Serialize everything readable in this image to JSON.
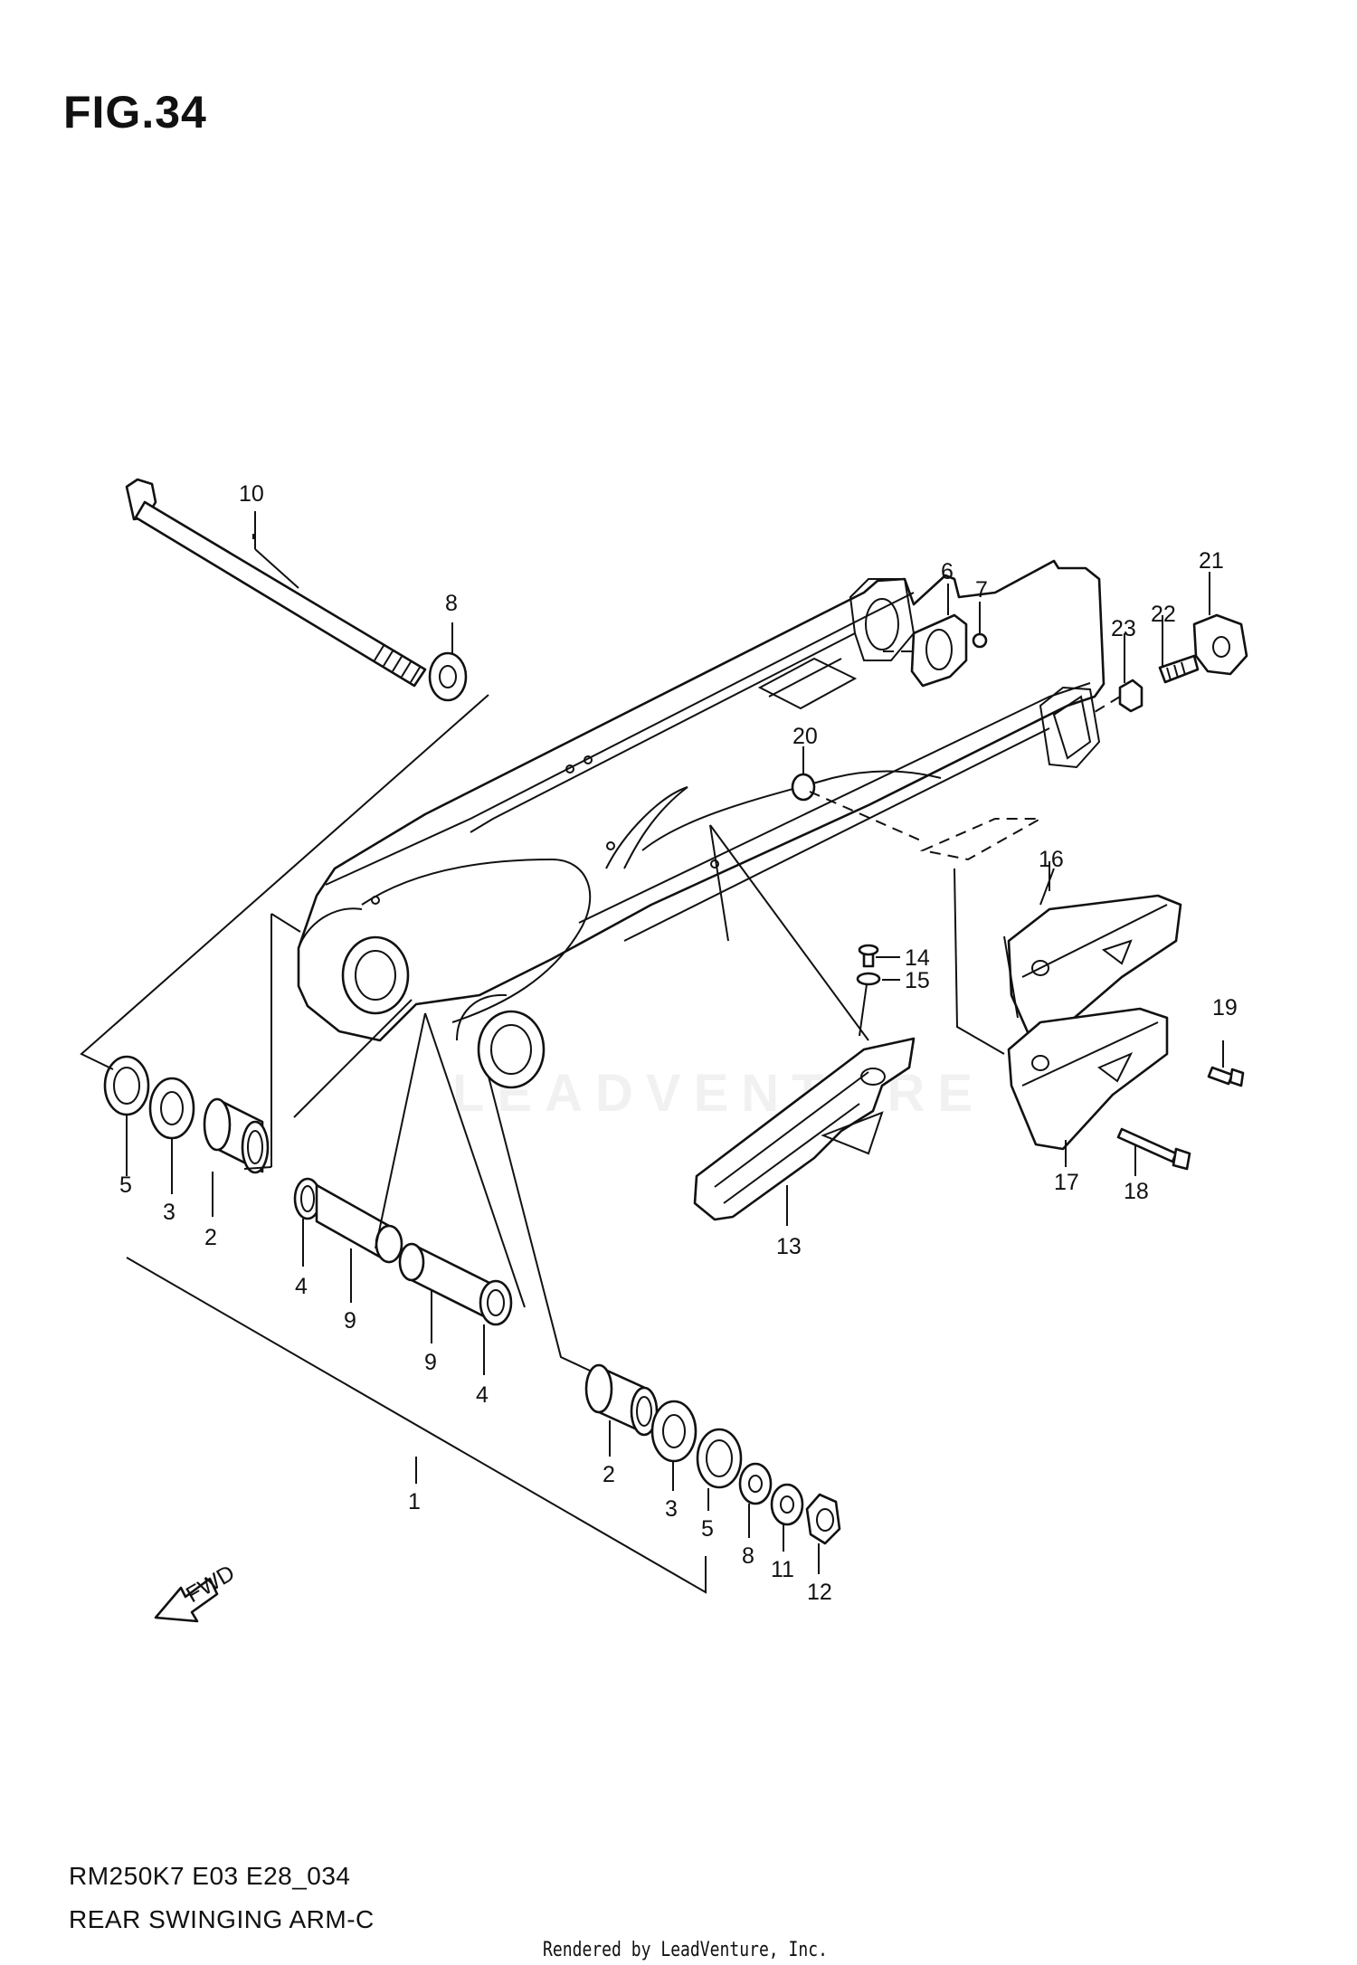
{
  "figure": {
    "title": "FIG.34",
    "model_code": "RM250K7 E03 E28_034",
    "section_name": "REAR SWINGING ARM-C",
    "rendered_by": "Rendered by LeadVenture, Inc.",
    "watermark": "LEADVENTURE",
    "fwd_label": "FWD"
  },
  "callouts": {
    "c1": "1",
    "c2a": "2",
    "c2b": "2",
    "c3a": "3",
    "c3b": "3",
    "c4a": "4",
    "c4b": "4",
    "c5a": "5",
    "c5b": "5",
    "c6": "6",
    "c7": "7",
    "c8a": "8",
    "c8b": "8",
    "c9a": "9",
    "c9b": "9",
    "c10": "10",
    "c11": "11",
    "c12": "12",
    "c13": "13",
    "c14": "14",
    "c15": "15",
    "c16": "16",
    "c17": "17",
    "c18": "18",
    "c19": "19",
    "c20": "20",
    "c21": "21",
    "c22": "22",
    "c23": "23"
  }
}
